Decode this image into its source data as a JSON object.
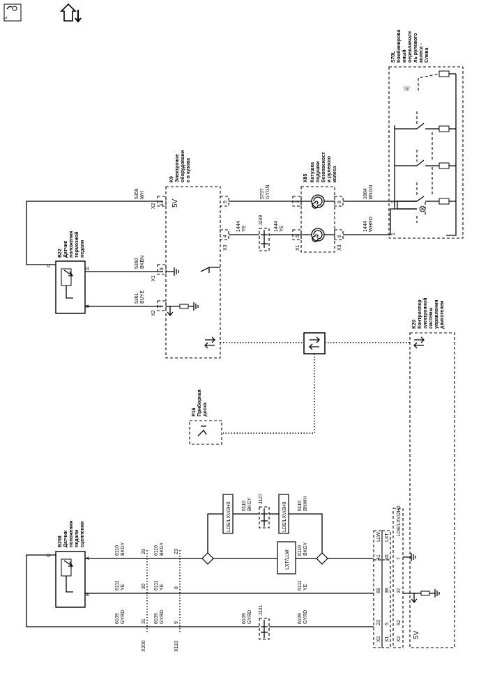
{
  "header": {
    "loc_icon": "location-icon",
    "navigate_icon": "navigate-icon"
  },
  "components": {
    "b22": {
      "ref": "B22",
      "name": "Датчик положения тормозной педали",
      "pins": [
        "C",
        "A",
        "B"
      ]
    },
    "k9": {
      "ref": "K9",
      "name": "Электронное оборудование в кузове",
      "voltage": "5V"
    },
    "x85": {
      "ref": "X85",
      "name": "Катушка подушки безопасност и рулевого колеса"
    },
    "s70l": {
      "ref": "S70L",
      "name": "Комбинирова нный переключате ль рулевого колеса - Слева"
    },
    "k20": {
      "ref": "K20",
      "name": "Контроллер электронной системы управления двигателем",
      "voltage": "5V"
    },
    "p16": {
      "ref": "P16",
      "name": "Приборная доска"
    },
    "b258": {
      "ref": "B258",
      "name": "Датчик положения педали сцепления",
      "pins": [
        "C",
        "A",
        "B"
      ]
    },
    "j249": {
      "ref": "J249"
    },
    "j127": {
      "ref": "J127"
    },
    "j131": {
      "ref": "J131"
    }
  },
  "wires": {
    "w5359": {
      "circuit": "5359",
      "color": "WH"
    },
    "w5360": {
      "circuit": "5360",
      "color": "BKBN"
    },
    "w5361": {
      "circuit": "5361",
      "color": "BUYE"
    },
    "w5737": {
      "circuit": "5737",
      "color": "GYGN"
    },
    "w1444a": {
      "circuit": "1444",
      "color": "YE"
    },
    "w1444b": {
      "circuit": "1444",
      "color": "YE"
    },
    "w1884": {
      "circuit": "1884",
      "color": "BNGN"
    },
    "w1444c": {
      "circuit": "1444",
      "color": "WHRD"
    },
    "w6110a": {
      "circuit": "6110",
      "color": "BKGY"
    },
    "w6110b": {
      "circuit": "6110",
      "color": "BKGY"
    },
    "w6110c": {
      "circuit": "6110",
      "color": "BKGY"
    },
    "w6110d": {
      "circuit": "6110",
      "color": "BNWH"
    },
    "w6110e": {
      "circuit": "6110",
      "color": "BKGY"
    },
    "w6111a": {
      "circuit": "6111",
      "color": "YE"
    },
    "w6111b": {
      "circuit": "6111",
      "color": "YE"
    },
    "w6111c": {
      "circuit": "6111",
      "color": "YE"
    },
    "w6109a": {
      "circuit": "6109",
      "color": "GYRD"
    },
    "w6109b": {
      "circuit": "6109",
      "color": "GYRD"
    },
    "w6109c": {
      "circuit": "6109",
      "color": "GYRD"
    },
    "w6109d": {
      "circuit": "6109",
      "color": "GYRD"
    }
  },
  "connectors": {
    "k9_x2_13": {
      "conn": "X2",
      "pin": "13"
    },
    "k9_x1_19": {
      "conn": "X1",
      "pin": "19"
    },
    "k9_x2_7": {
      "conn": "X2",
      "pin": "7"
    },
    "k9_x3_9": {
      "conn": "9"
    },
    "k9_x3_4": {
      "conn": "X3",
      "pin": "4"
    },
    "x85_x1_3": {
      "pin": "3"
    },
    "x85_x1_5": {
      "conn": "X1",
      "pin": "5"
    },
    "x85_x3_8": {
      "pin": "8"
    },
    "x85_x3_6": {
      "conn": "X3",
      "pin": "6"
    },
    "s70l_3": "3",
    "s70l_1": "1",
    "x200": {
      "conn": "X200",
      "pins": [
        "29",
        "30",
        "31"
      ]
    },
    "x110": {
      "conn": "X110",
      "pins": [
        "23",
        "8",
        "9"
      ]
    },
    "k20_x2": {
      "conn": "X2",
      "pins": [
        "41",
        "7",
        "52"
      ]
    },
    "k20_x1": {
      "conn": "X1",
      "pins": [
        "35",
        "38",
        "5"
      ]
    },
    "k20_x2b": {
      "pins": [
        "89",
        "37",
        "23"
      ]
    }
  },
  "options": {
    "opt1": "LDE/LXV/2H0",
    "opt2": "LDE/LXV/2H0",
    "opt3": "LXT/LLW",
    "opt4": "LDE/LXV/2H0",
    "k20_llw": "LLW",
    "k20_lxt": "LXT"
  }
}
